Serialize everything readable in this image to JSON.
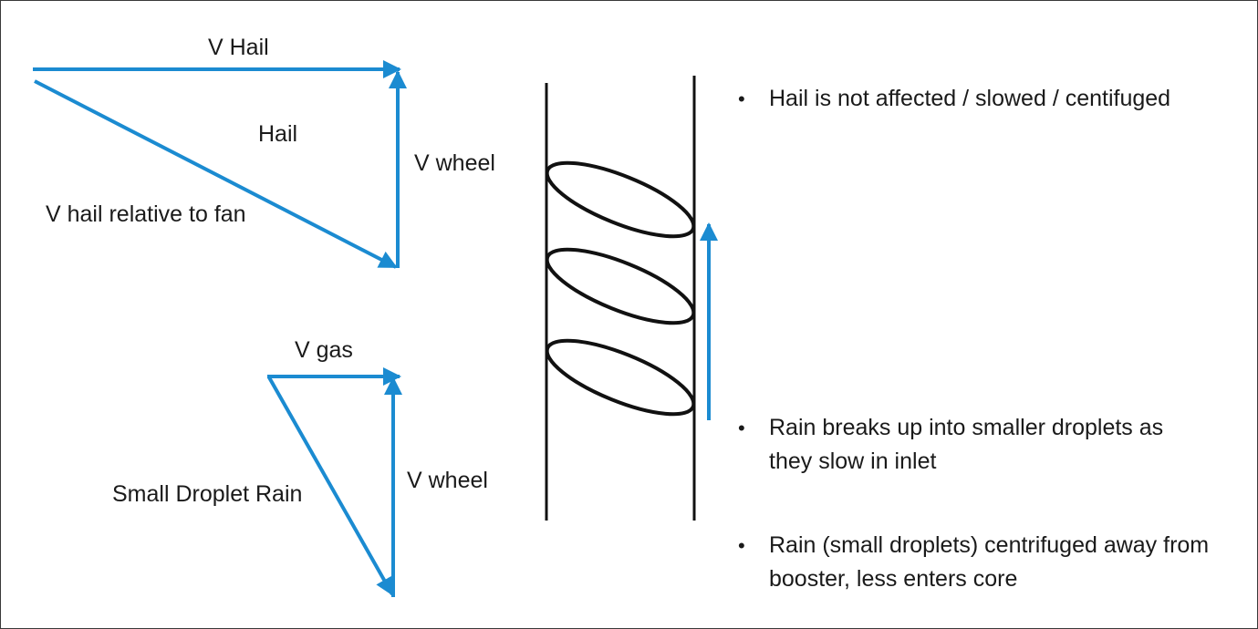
{
  "colors": {
    "vector": "#1B8BD1",
    "line": "#111111",
    "text": "#1a1a1a"
  },
  "hail_triangle": {
    "v_hail": "V Hail",
    "hail": "Hail",
    "v_wheel": "V wheel",
    "v_relative": "V hail relative to fan"
  },
  "rain_triangle": {
    "v_gas": "V gas",
    "v_wheel": "V wheel",
    "small_droplet": "Small Droplet Rain"
  },
  "bullets": [
    {
      "text": "Hail is not affected / slowed / centifuged"
    },
    {
      "text": "Rain breaks up into smaller droplets as they slow in inlet"
    },
    {
      "text": "Rain (small droplets) centrifuged away from booster, less enters core"
    }
  ],
  "bullet_symbol": "•"
}
